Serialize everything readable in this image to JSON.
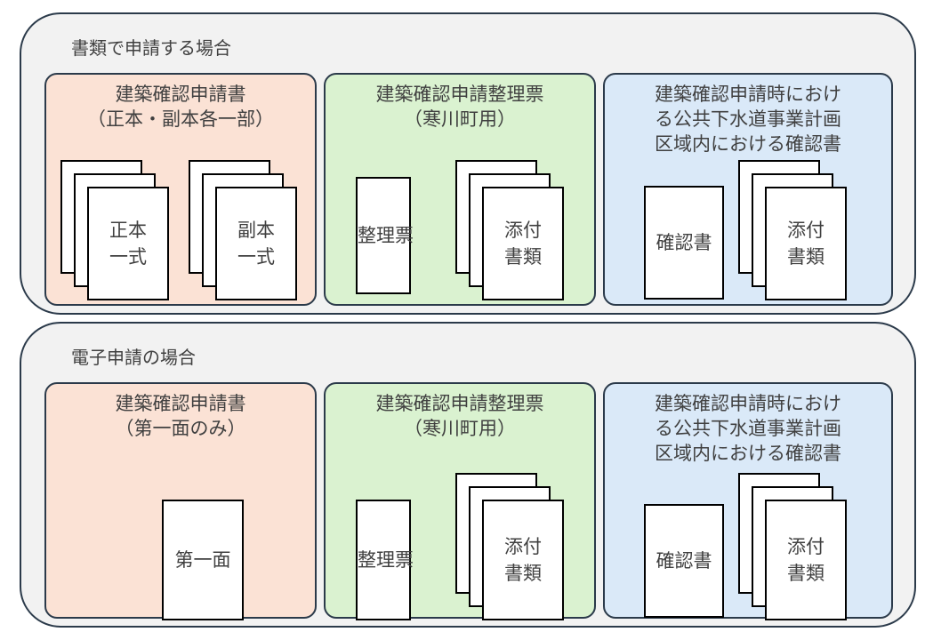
{
  "colors": {
    "section_bg": "#f2f2f2",
    "border": "#2b3a4a",
    "panel_orange": "#fbe2d5",
    "panel_green": "#daf2d0",
    "panel_blue": "#dae9f8",
    "doc_bg": "#ffffff"
  },
  "sections": [
    {
      "title": "書類で申請する場合",
      "panels": [
        {
          "label_lines": [
            "建築確認申請書",
            "（正本・副本各一部）"
          ],
          "docs": [
            {
              "label_lines": [
                "正本",
                "一式"
              ],
              "stacked": true
            },
            {
              "label_lines": [
                "副本",
                "一式"
              ],
              "stacked": true
            }
          ]
        },
        {
          "label_lines": [
            "建築確認申請整理票",
            "（寒川町用）"
          ],
          "docs": [
            {
              "label_lines": [
                "整理票"
              ],
              "stacked": false
            },
            {
              "label_lines": [
                "添付",
                "書類"
              ],
              "stacked": true
            }
          ]
        },
        {
          "label_lines": [
            "建築確認申請時におけ",
            "る公共下水道事業計画",
            "区域内における確認書"
          ],
          "docs": [
            {
              "label_lines": [
                "確認書"
              ],
              "stacked": false
            },
            {
              "label_lines": [
                "添付",
                "書類"
              ],
              "stacked": true
            }
          ]
        }
      ]
    },
    {
      "title": "電子申請の場合",
      "panels": [
        {
          "label_lines": [
            "建築確認申請書",
            "（第一面のみ）"
          ],
          "docs": [
            {
              "label_lines": [
                "第一面"
              ],
              "stacked": false
            }
          ]
        },
        {
          "label_lines": [
            "建築確認申請整理票",
            "（寒川町用）"
          ],
          "docs": [
            {
              "label_lines": [
                "整理票"
              ],
              "stacked": false
            },
            {
              "label_lines": [
                "添付",
                "書類"
              ],
              "stacked": true
            }
          ]
        },
        {
          "label_lines": [
            "建築確認申請時におけ",
            "る公共下水道事業計画",
            "区域内における確認書"
          ],
          "docs": [
            {
              "label_lines": [
                "確認書"
              ],
              "stacked": false
            },
            {
              "label_lines": [
                "添付",
                "書類"
              ],
              "stacked": true
            }
          ]
        }
      ]
    }
  ]
}
